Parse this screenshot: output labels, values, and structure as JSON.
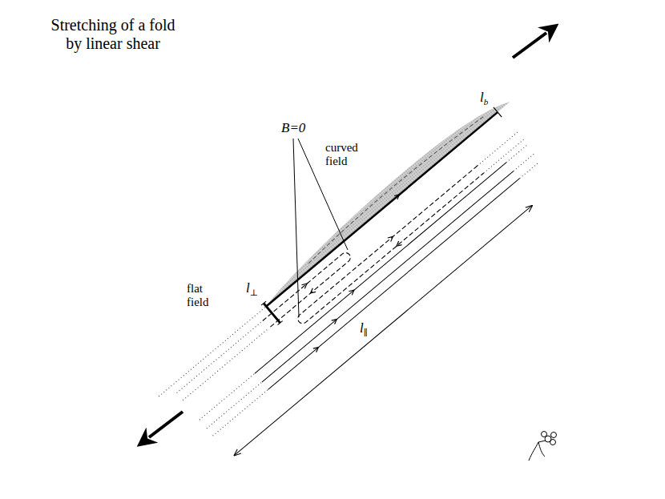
{
  "diagram": {
    "title": "Stretching of a fold by linear shear",
    "labels": [
      "B=0",
      "curved field",
      "flat field",
      "l⊥",
      "l∥",
      "lb"
    ]
  }
}
